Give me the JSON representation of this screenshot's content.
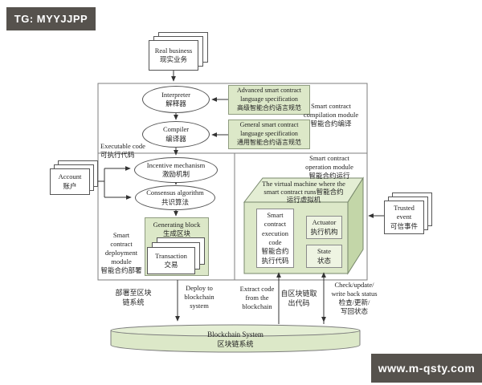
{
  "watermark": {
    "header": "TG: MYYJJPP",
    "footer": "www.m-qsty.com"
  },
  "colors": {
    "badge_bg": "#56524d",
    "green_fill": "#dce8c8",
    "green_top": "#e4eed4",
    "green_side": "#c3d6a8",
    "line": "#333333"
  },
  "diagram": {
    "real_business": "Real business\n现实业务",
    "account": "Account\n账户",
    "trusted_event": "Trusted\nevent\n可信事件",
    "interpreter": "Interpreter\n解释器",
    "compiler": "Compiler\n编译器",
    "advanced_spec": "Advanced smart contract\nlanguage specification\n高级智能合约语言规范",
    "general_spec": "General smart contract\nlanguage specification\n通用智能合约语言规范",
    "compilation_module": "Smart contract\ncompilation module\n智能合约编译",
    "executable_code": "Executable code\n可执行代码",
    "incentive": "Incentive mechanism\n激励机制",
    "consensus": "Consensus algorithm\n共识算法",
    "generating_block": "Generating block\n生成区块",
    "transaction": "Transaction\n交易",
    "deployment_module": "Smart\ncontract\ndeployment\nmodule\n智能合约部署",
    "operation_module": "Smart contract\noperation module\n智能合约运行",
    "virtual_machine": "The virtual machine where the\nsmart contract runs智能合约\n运行虚拟机",
    "execution_code": "Smart\ncontract\nexecution\ncode\n智能合约\n执行代码",
    "actuator": "Actuator\n执行机构",
    "state": "State\n状态",
    "deploy_zh": "部署至区块\n链系统",
    "deploy_en": "Deploy to\nblockchain\nsystem",
    "extract_en": "Extract code\nfrom the\nblockchain",
    "extract_zh": "自区块链取\n出代码",
    "check_update": "Check/update/\nwrite back status\n检查/更新/\n写回状态",
    "blockchain_system": "Blockchain System\n区块链系统"
  }
}
